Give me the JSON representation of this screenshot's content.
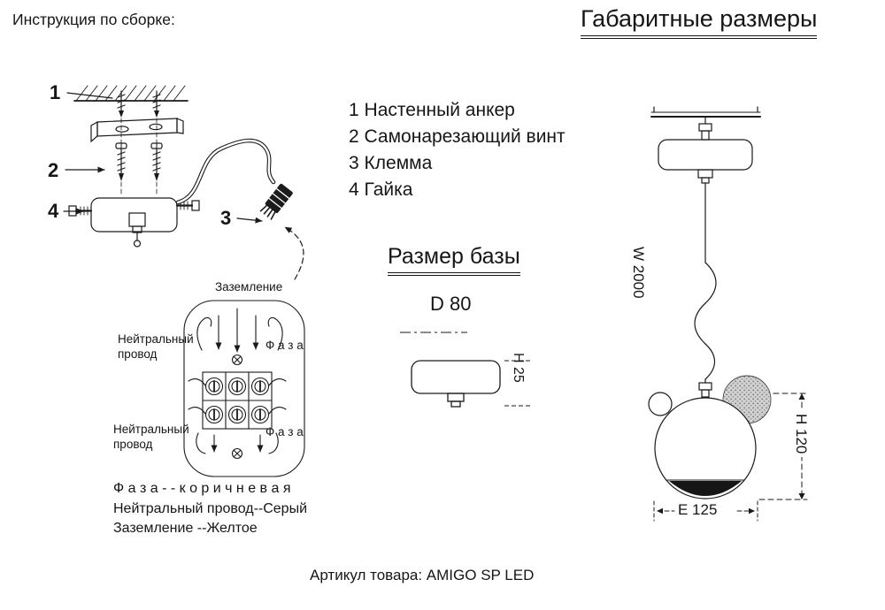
{
  "colors": {
    "ink": "#1a1a1a",
    "background": "#ffffff",
    "lamp_cap": "#161616",
    "textured_ball": "#c9c9c9"
  },
  "header": {
    "assembly_title": "Инструкция по сборке:",
    "dimensions_title": "Габаритные размеры"
  },
  "parts_list": {
    "items": [
      {
        "num": "1",
        "label": "Настенный анкер"
      },
      {
        "num": "2",
        "label": "Самонарезающий винт"
      },
      {
        "num": "3",
        "label": "Клемма"
      },
      {
        "num": "4",
        "label": "Гайка"
      }
    ]
  },
  "assembly_callouts": {
    "c1": "1",
    "c2": "2",
    "c3": "3",
    "c4": "4"
  },
  "wiring": {
    "ground": "Заземление",
    "neutral_line1": "Нейтральный",
    "neutral_line2": "провод",
    "phase": "Ф а з а",
    "legend": [
      "Ф а з а - - к о р и ч н е в а я",
      "Нейтральный провод--Серый",
      "Заземление --Желтое"
    ]
  },
  "base_size": {
    "title": "Размер базы",
    "diameter": "D 80",
    "height": "H 25"
  },
  "lamp_dimensions": {
    "wire_length": "W 2000",
    "shade_height": "H 120",
    "shade_width": "E 125"
  },
  "footer": {
    "article": "Артикул товара: AMIGO SP LED"
  }
}
